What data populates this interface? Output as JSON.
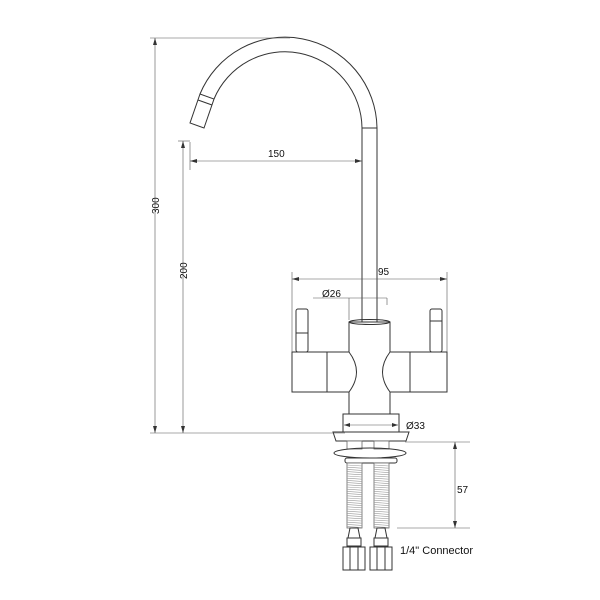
{
  "drawing": {
    "dimensions": {
      "total_height": "300",
      "spout_height": "200",
      "spout_reach": "150",
      "handle_span": "95",
      "spout_diameter": "Ø26",
      "base_diameter": "Ø33",
      "shank_length": "57"
    },
    "labels": {
      "connector": "1/4\" Connector"
    }
  }
}
